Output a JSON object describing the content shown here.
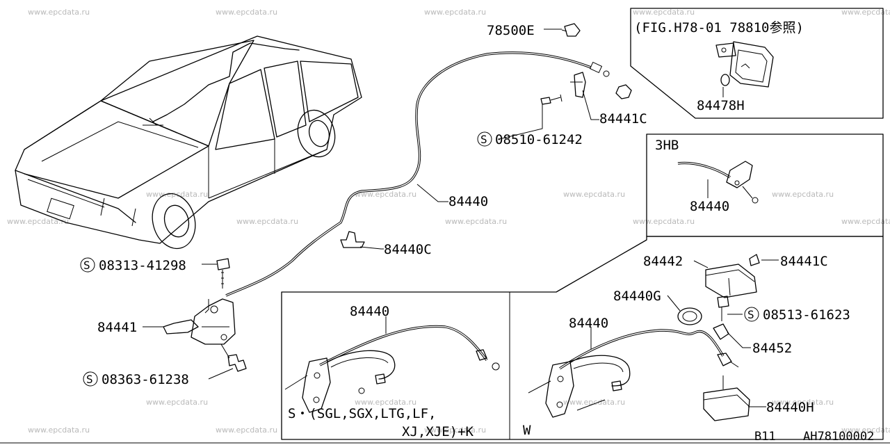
{
  "watermark": "www.epcdata.ru",
  "labels": {
    "p78500E": "78500E",
    "p84441C_a": "84441C",
    "s08510": "08510-61242",
    "p84440_main": "84440",
    "p84440C": "84440C",
    "s08313": "08313-41298",
    "p84441": "84441",
    "s08363": "08363-61238",
    "fig_ref": "(FIG.H78-01 78810参照)",
    "p84478H": "84478H",
    "hb_title": "3HB",
    "p84440_hb": "84440",
    "p84442": "84442",
    "p84441C_b": "84441C",
    "p84440G": "84440G",
    "s08513": "08513-61623",
    "p84440_w": "84440",
    "p84452": "84452",
    "p84440H": "84440H",
    "s_box_p84440": "84440",
    "s_box_line1": "S・(SGL,SGX,LTG,LF,",
    "s_box_line2": "XJ,XJE)+K",
    "w_box": "W",
    "footer_model": "B11",
    "footer_code": "AH78100002"
  }
}
